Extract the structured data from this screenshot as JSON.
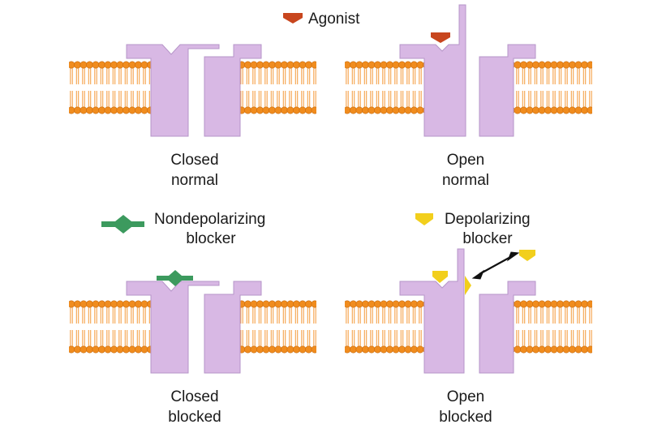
{
  "colors": {
    "channel_fill": "#d8b8e4",
    "channel_stroke": "#b695c8",
    "lipid_head": "#f08c1e",
    "lipid_head_stroke": "#c86a0c",
    "lipid_tail": "#f5a24a",
    "agonist": "#c8461e",
    "nondepolarizing_blocker": "#3c9a5e",
    "depolarizing_blocker": "#f2cf1c",
    "arrow": "#111111"
  },
  "legend": {
    "agonist": "Agonist",
    "nondepolarizing_line1": "Nondepolarizing",
    "nondepolarizing_line2": "blocker",
    "depolarizing_line1": "Depolarizing",
    "depolarizing_line2": "blocker"
  },
  "panels": {
    "closed_normal": {
      "line1": "Closed",
      "line2": "normal"
    },
    "open_normal": {
      "line1": "Open",
      "line2": "normal"
    },
    "closed_blocked": {
      "line1": "Closed",
      "line2": "blocked"
    },
    "open_blocked": {
      "line1": "Open",
      "line2": "blocked"
    }
  }
}
